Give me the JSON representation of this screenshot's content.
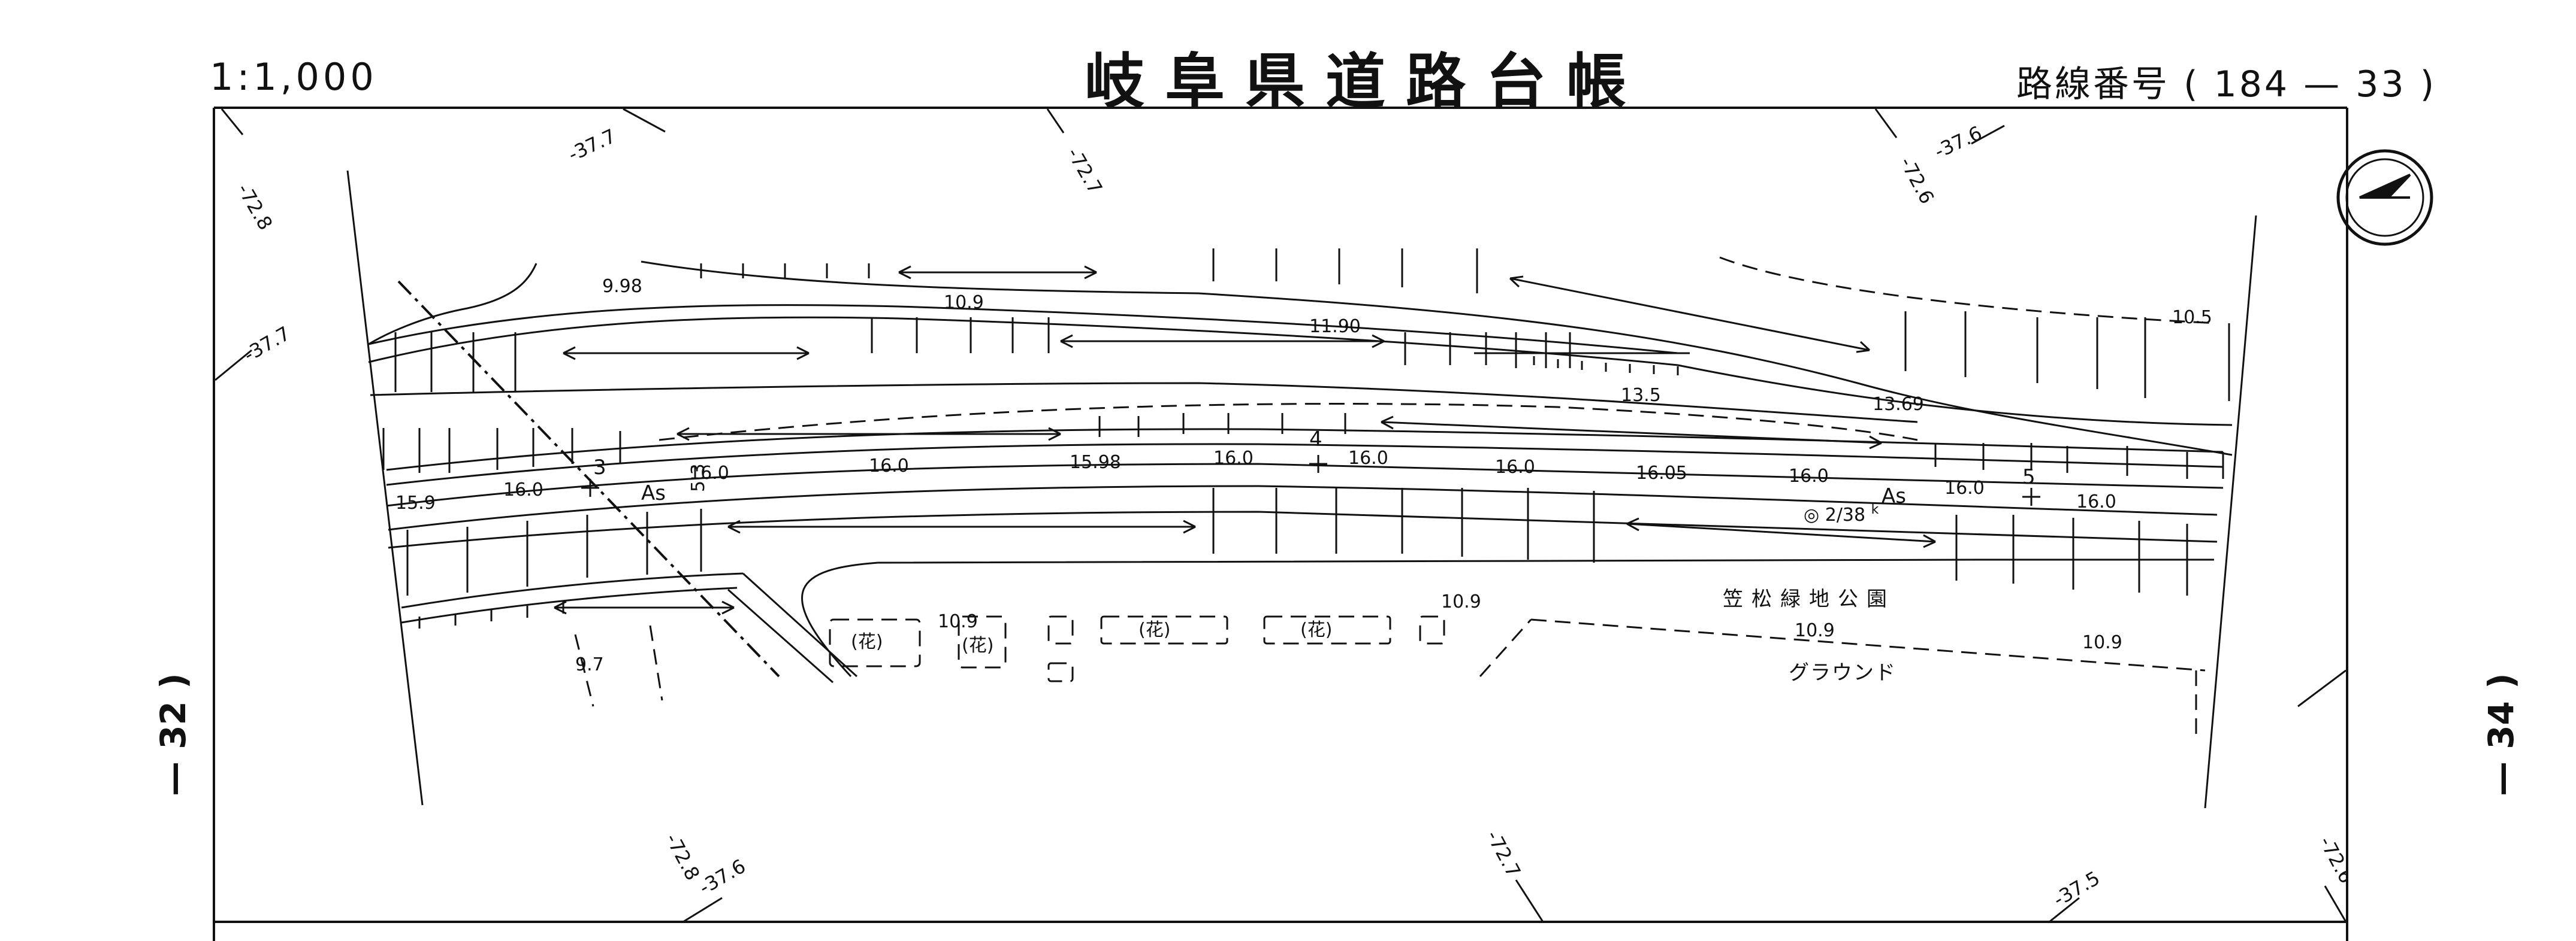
{
  "header": {
    "scale": "1:1,000",
    "title": "岐阜県道路台帳",
    "route_label": "路線番号",
    "route_open": "(",
    "route_number": "184",
    "route_dash": "—",
    "route_sheet": "33",
    "route_close": ")"
  },
  "side_left": {
    "text": "— 32 )"
  },
  "side_right": {
    "text": "— 34 )"
  },
  "north_arrow": {
    "icon": "north-arrow-icon"
  },
  "grid_labels": [
    "-72.8",
    "-37.7",
    "-72.7",
    "-72.6",
    "-37.6",
    "-37.7",
    "-37.5",
    "-72.8",
    "-37.6",
    "-72.7",
    "-37.5",
    "-72.6"
  ],
  "elevations": [
    "9.98",
    "10.9",
    "11.90",
    "10.5",
    "13.5",
    "13.69",
    "15.9",
    "16.0",
    "16.0",
    "16.0",
    "15.98",
    "16.0",
    "16.0",
    "16.0",
    "16.05",
    "16.0",
    "16.0",
    "16.0",
    "10.9",
    "10.9",
    "10.9",
    "10.9",
    "9.7"
  ],
  "stations": [
    "3",
    "4",
    "5"
  ],
  "surface_labels": [
    "As",
    "As"
  ],
  "width_label": "5.3",
  "benchmark": {
    "prefix": "◎",
    "text": "2/38",
    "unit": "k"
  },
  "flower_beds": [
    "(花)",
    "(花)",
    "(花)",
    "(花)"
  ],
  "park_name": "笠松緑地公園",
  "ground_label": "グラウンド"
}
